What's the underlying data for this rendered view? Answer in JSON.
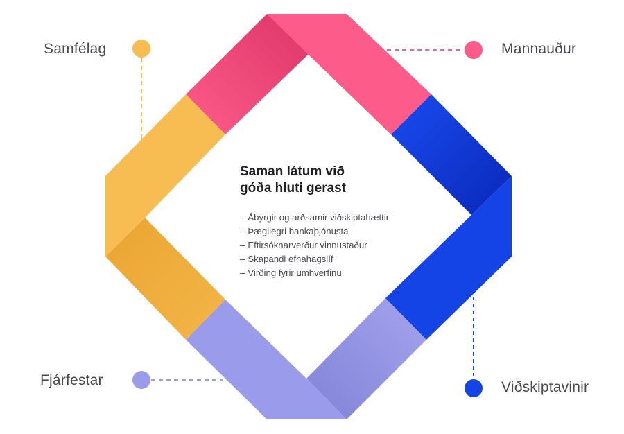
{
  "labels": {
    "samfelag": "Samfélag",
    "mannaudur": "Mannauður",
    "fjarfestar": "Fjárfestar",
    "vidskiptavinir": "Viðskiptavinir"
  },
  "center": {
    "title_line1": "Saman látum við",
    "title_line2": "góða hluti gerast",
    "items": [
      "Ábyrgir og arðsamir viðskiptahættir",
      "Þægilegri bankaþjónusta",
      "Eftirsóknarverður vinnustaður",
      "Skapandi efnahagslíf",
      "Virðing fyrir umhverfinu"
    ],
    "bullet": "–"
  },
  "colors": {
    "yellow": "#f7bd52",
    "yellow_dark": "#eda93a",
    "pink": "#fd5c8a",
    "pink_dark": "#e23a6c",
    "blue": "#1444e6",
    "blue_dark": "#0a2fc4",
    "lavender": "#9b9bec",
    "lavender_dark": "#8585dc",
    "text": "#4a4a52"
  }
}
